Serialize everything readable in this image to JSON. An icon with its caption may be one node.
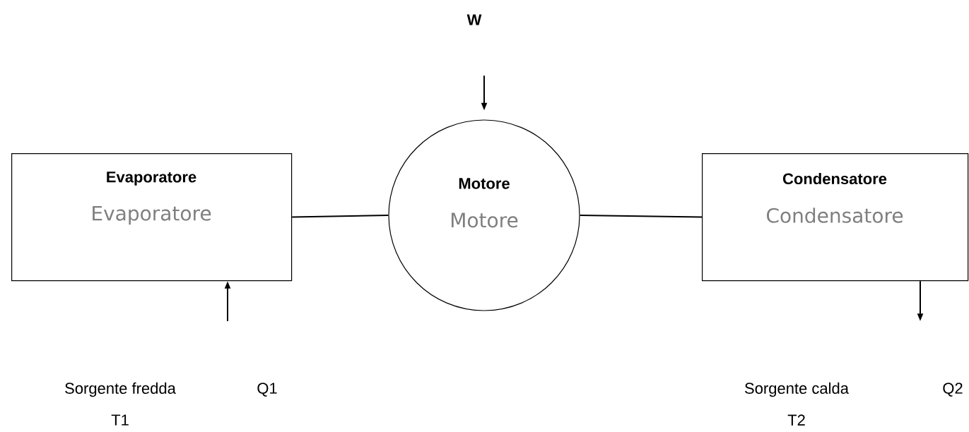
{
  "diagram": {
    "nodes": [
      {
        "text": [
          "Evaporatore",
          "Evaporatore"
        ]
      },
      {
        "text": [
          "Motore",
          "Motore"
        ]
      },
      {
        "text": [
          "Condensatore",
          "Condensatore"
        ]
      },
      {
        "text": [
          "W"
        ]
      }
    ],
    "edges": [
      {
        "from": 0,
        "to": 1,
        "arrow": "none"
      },
      {
        "from": 1,
        "to": 2,
        "arrow": "none"
      },
      {
        "from": 3,
        "to": 1,
        "arrow": "to"
      },
      {
        "from": null,
        "to": 0,
        "arrow": "to"
      },
      {
        "from": 2,
        "to": null,
        "arrow": "to"
      }
    ],
    "labels": [
      "Sorgente fredda",
      "Q1",
      "T1",
      "Sorgente calda",
      "Q2",
      "T2"
    ]
  }
}
